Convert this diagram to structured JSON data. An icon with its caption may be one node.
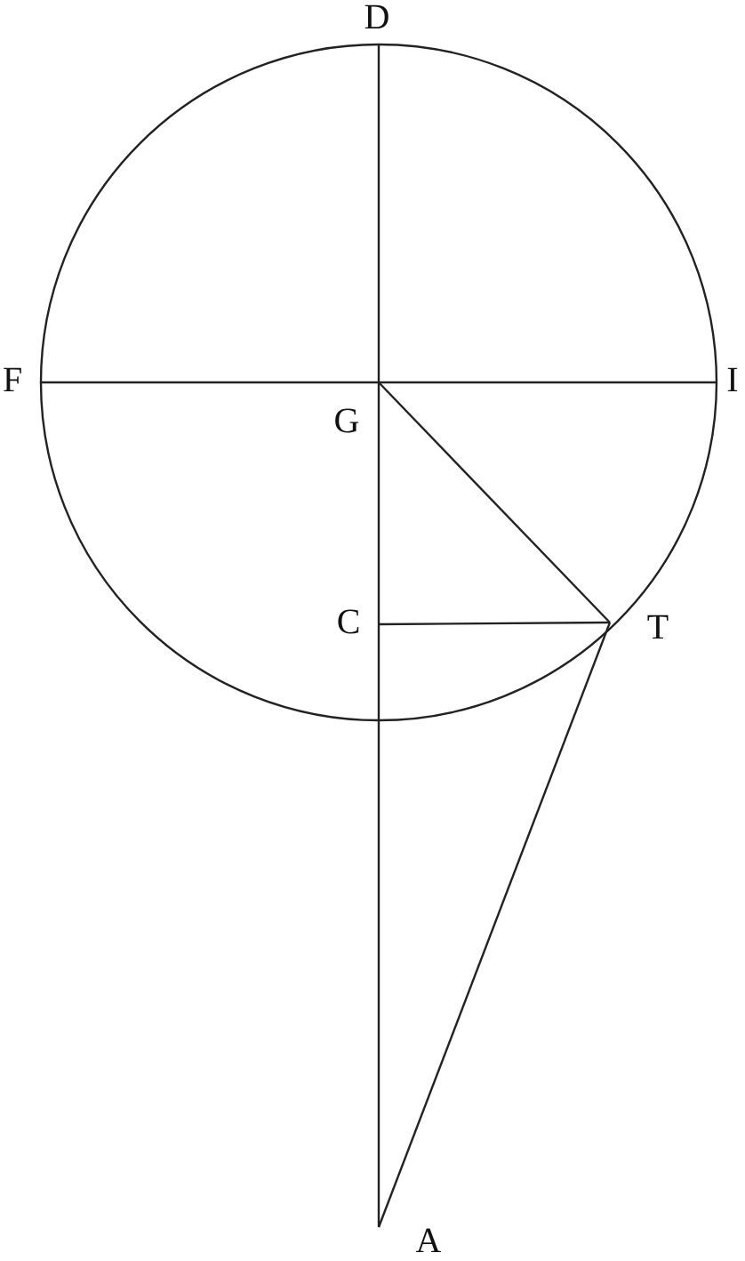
{
  "diagram": {
    "labels": [
      "D",
      "F",
      "I",
      "G",
      "C",
      "T",
      "A"
    ]
  }
}
